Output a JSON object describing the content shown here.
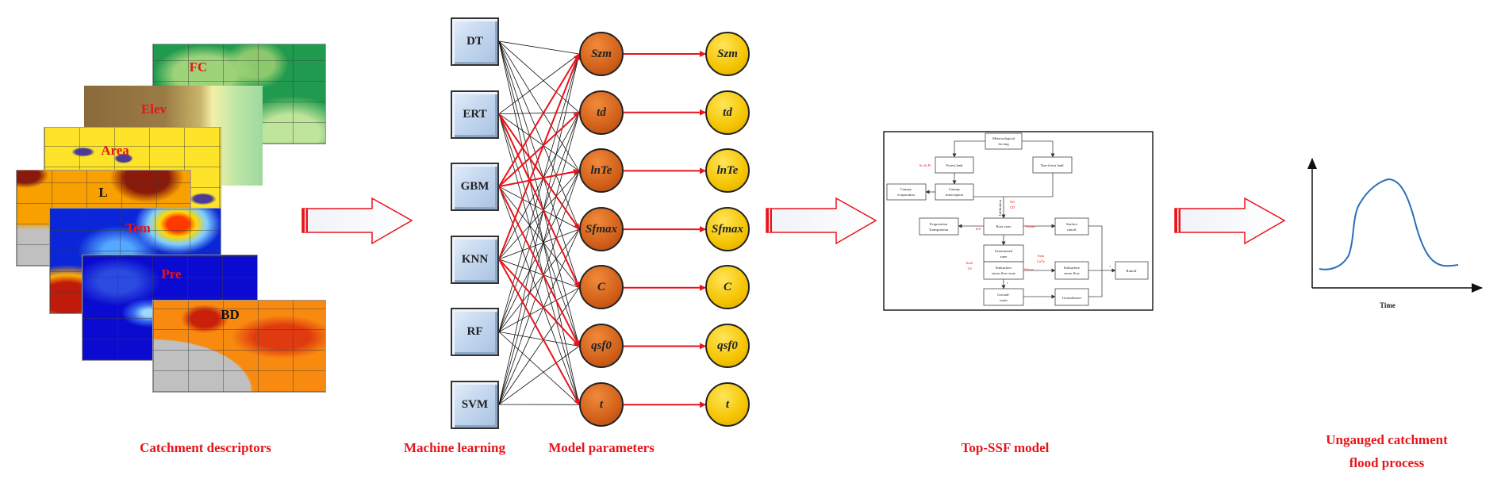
{
  "colors": {
    "accent_red": "#e8141a",
    "ml_box": "#c5d8ef",
    "param_node": "#d2601a",
    "output_node": "#f5c400",
    "hydrograph": "#2a6fb8"
  },
  "descriptors": {
    "caption": "Catchment descriptors",
    "maps": [
      {
        "label": "FC"
      },
      {
        "label": "Elev"
      },
      {
        "label": "Area"
      },
      {
        "label": "L"
      },
      {
        "label": "Tem"
      },
      {
        "label": "Pre"
      },
      {
        "label": "BD"
      }
    ]
  },
  "machine_learning": {
    "caption": "Machine learning",
    "models": [
      "DT",
      "ERT",
      "GBM",
      "KNN",
      "RF",
      "SVM"
    ]
  },
  "model_parameters": {
    "caption": "Model parameters",
    "predicted": [
      "Szm",
      "td",
      "lnTe",
      "Sfmax",
      "C",
      "qsf0",
      "t"
    ],
    "outputs": [
      "Szm",
      "td",
      "lnTe",
      "Sfmax",
      "C",
      "qsf0",
      "t"
    ],
    "highlighted_links": [
      [
        "GBM",
        "Szm"
      ],
      [
        "GBM",
        "td"
      ],
      [
        "GBM",
        "lnTe"
      ],
      [
        "ERT",
        "Sfmax"
      ],
      [
        "ERT",
        "C"
      ],
      [
        "KNN",
        "Szm"
      ],
      [
        "GBM",
        "qsf0"
      ],
      [
        "KNN",
        "qsf0"
      ],
      [
        "KNN",
        "t"
      ]
    ]
  },
  "topssf": {
    "caption": "Top-SSF model",
    "boxes": {
      "met": [
        "Meteorological",
        "forcing"
      ],
      "forest": "Forest land",
      "nonforest": "Non-forest land",
      "canopy_evap": [
        "Canopy",
        "evaporation"
      ],
      "canopy_int": [
        "Canopy",
        "interception"
      ],
      "evapotrans": [
        "Evaporation",
        "Transpiration"
      ],
      "root": "Root zone",
      "surface": [
        "Surface",
        "runoff"
      ],
      "unsat": [
        "Unsaturated",
        "zone"
      ],
      "ssf_zone": [
        "Subsurface",
        "storm flow zone"
      ],
      "ssf": [
        "Subsurface",
        "storm flow"
      ],
      "runoff": "Runoff",
      "gw1": [
        "Ground-",
        "water"
      ],
      "gw2": "Groundwater"
    },
    "infiltration": "Infiltration",
    "params": {
      "forest": "Sc,St,Pt",
      "k0": "K0",
      "cd": "CD",
      "sr0": "Sr0",
      "srmax": "Srmax",
      "sur0": "Sur0",
      "td": "Td",
      "szm": "Szm",
      "lnte": "LnTe",
      "sfmax": "Sfmax",
      "eps": "ε",
      "tau": "τ"
    }
  },
  "output": {
    "caption_line1": "Ungauged catchment",
    "caption_line2": "flood process",
    "xlabel": "Time"
  }
}
